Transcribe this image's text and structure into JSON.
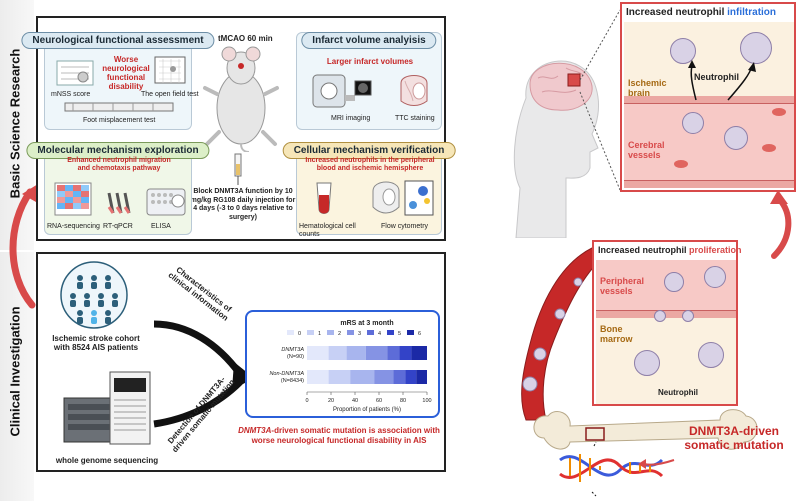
{
  "sections": {
    "basic_label": "Basic Science Research",
    "clinical_label": "Clinical Investigation"
  },
  "basic": {
    "tmcao": "tMCAO 60 min",
    "neuro": {
      "title": "Neurological functional assessment",
      "finding": "Worse neurological functional disability",
      "mnss": "mNSS score",
      "open_field": "The open field test",
      "foot": "Foot misplacement test"
    },
    "infarct": {
      "title": "Infarct volume analyisis",
      "finding": "Larger infarct volumes",
      "mri": "MRI imaging",
      "ttc": "TTC  staining"
    },
    "molecular": {
      "title": "Molecular mechanism exploration",
      "finding": "Enhanced neutrophil migration and chemotaxis pathway",
      "rna": "RNA-sequencing",
      "rtqpcr": "RT-qPCR",
      "elisa": "ELISA"
    },
    "block": "Block DNMT3A function by 10 mg/kg RG108 daily injection for 4 days (-3 to 0 days relative to surgery)",
    "cellular": {
      "title": "Cellular  mechanism verification",
      "finding": "Increased neutrophils in the peripheral blood and ischemic hemisphere",
      "hema": "Hematological cell counts",
      "flow": "Flow cytometry"
    }
  },
  "clinical": {
    "cohort": "Ischemic stroke cohort with 8524 AIS patients",
    "wgs": "whole genome sequencing",
    "arrow1": "Characteristics of clinical information",
    "arrow2": "Detection of DNMT3A-driven somatic mutation",
    "conclusion_italic": "DNMT3A",
    "conclusion_rest": "-driven somatic  mutation is association with worse neurological functional disability in AIS"
  },
  "chart_data": {
    "type": "bar",
    "title": "mRS at 3 month",
    "legend": [
      "0",
      "1",
      "2",
      "3",
      "4",
      "5",
      "6"
    ],
    "categories": [
      "DNMT3A (N=90)",
      "Non-DNMT3A (N=8434)"
    ],
    "category_name": [
      "DNMT3A",
      "Non-DNMT3A"
    ],
    "category_n": [
      "(N=90)",
      "(N=8434)"
    ],
    "colors": [
      "#e3e8fb",
      "#c7d0f5",
      "#a8b5ee",
      "#8593e4",
      "#5d6cd8",
      "#3343c8",
      "#1b29a6"
    ],
    "series": [
      {
        "values": [
          18,
          18
        ]
      },
      {
        "values": [
          15,
          18
        ]
      },
      {
        "values": [
          16,
          20
        ]
      },
      {
        "values": [
          18,
          16
        ]
      },
      {
        "values": [
          10,
          10
        ]
      },
      {
        "values": [
          10,
          9
        ]
      },
      {
        "values": [
          13,
          9
        ]
      }
    ],
    "xlabel": "Proportion of patients (%)",
    "xticks": [
      "0",
      "20",
      "40",
      "60",
      "80",
      "100"
    ],
    "xlim": [
      0,
      100
    ],
    "stacked": true,
    "orientation": "horizontal"
  },
  "right": {
    "infil_title_a": "Increased neutrophil ",
    "infil_title_b": "infiltration",
    "neutrophil_top": "Neutrophil",
    "ischemic_brain": "Ischemic brain",
    "cerebral_vessels": "Cerebral vessels",
    "prolif_title_a": "Increased neutrophil  ",
    "prolif_title_b": "proliferation",
    "peripheral_vessels": "Peripheral vessels",
    "bone_marrow": "Bone marrow",
    "neutrophil_bottom": "Neutrophil",
    "mutation": "DNMT3A-driven somatic mutation"
  }
}
